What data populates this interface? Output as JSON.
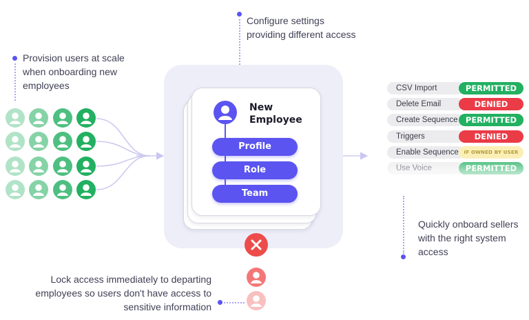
{
  "captions": {
    "provision": [
      "Provision users at scale",
      "when onboarding new",
      "employees"
    ],
    "configure": [
      "Configure settings",
      "providing different access"
    ],
    "onboard": [
      "Quickly onboard sellers",
      "with the right system",
      "access"
    ],
    "lock": [
      "Lock access immediately to departing",
      "employees so users don't have access to",
      "sensitive information"
    ]
  },
  "employee_card": {
    "title_lines": [
      "New",
      "Employee"
    ],
    "attributes": [
      "Profile",
      "Role",
      "Team"
    ]
  },
  "permissions": [
    {
      "label": "CSV Import",
      "status": "PERMITTED",
      "kind": "permitted"
    },
    {
      "label": "Delete Email",
      "status": "DENIED",
      "kind": "denied"
    },
    {
      "label": "Create Sequence",
      "status": "PERMITTED",
      "kind": "permitted"
    },
    {
      "label": "Triggers",
      "status": "DENIED",
      "kind": "denied"
    },
    {
      "label": "Enable Sequence",
      "status": "IF OWNED BY USER",
      "kind": "conditional"
    },
    {
      "label": "Use Voice",
      "status": "PERMITTED",
      "kind": "permitted"
    }
  ],
  "colors": {
    "accent": "#5b54f0",
    "permitted": "#22b061",
    "denied": "#ea3b47",
    "conditional": "#fbefb6",
    "user_green": "#22b061",
    "user_red": "#ee4b4b"
  },
  "icons": {
    "user": "user-avatar-icon",
    "remove": "close-x-icon",
    "arrow": "arrow-right-icon"
  }
}
